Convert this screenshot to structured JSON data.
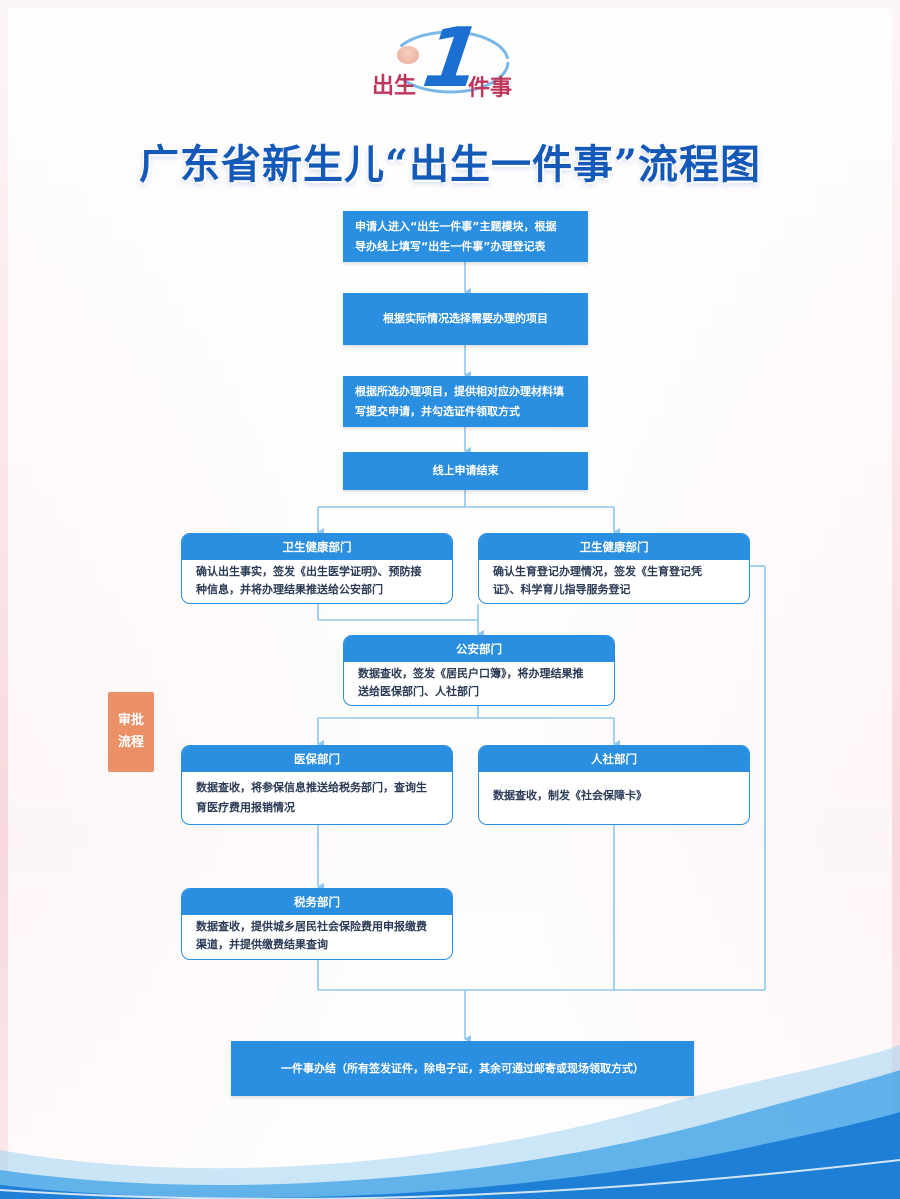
{
  "logo": {
    "left": "出生",
    "number": "1",
    "right": "件事"
  },
  "title": "广东省新生儿“出生一件事”流程图",
  "side_tag": {
    "line1": "审批",
    "line2": "流程"
  },
  "steps": {
    "s1": {
      "line1": "申请人进入“出生一件事”主题模块，根据",
      "line2": "导办线上填写“出生一件事”办理登记表"
    },
    "s2": "根据实际情况选择需要办理的项目",
    "s3": {
      "line1": "根据所选办理项目，提供相对应办理材料填",
      "line2": "写提交申请，并勾选证件领取方式"
    },
    "s4": "线上申请结束"
  },
  "cards": {
    "health_left": {
      "head": "卫生健康部门",
      "line1": "确认出生事实，签发《出生医学证明》、预防接",
      "line2": "种信息，并将办理结果推送给公安部门"
    },
    "health_right": {
      "head": "卫生健康部门",
      "line1": "确认生育登记办理情况，签发《生育登记凭",
      "line2": "证》、科学育儿指导服务登记"
    },
    "police": {
      "head": "公安部门",
      "line1": "数据查收，签发《居民户口簿》，将办理结果推",
      "line2": "送给医保部门、人社部门"
    },
    "medical": {
      "head": "医保部门",
      "line1": "数据查收，将参保信息推送给税务部门，查询生",
      "line2": "育医疗费用报销情况"
    },
    "hr": {
      "head": "人社部门",
      "line1": "数据查收，制发《社会保障卡》"
    },
    "tax": {
      "head": "税务部门",
      "line1": "数据查收，提供城乡居民社会保险费用申报缴费",
      "line2": "渠道，并提供缴费结果查询"
    }
  },
  "final": "一件事办结（所有签发证件，除电子证，其余可通过邮寄或现场领取方式）",
  "colors": {
    "primary": "#2a8fe0",
    "title": "#1459b7",
    "tag": "#ea8f66",
    "line": "#8ec7ef"
  }
}
